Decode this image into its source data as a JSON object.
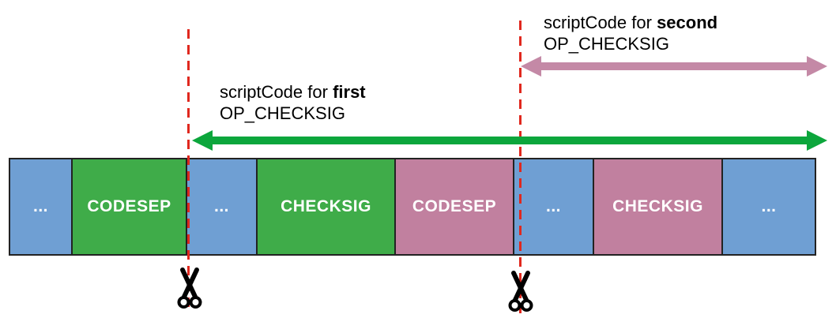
{
  "palette": {
    "block-blue": "#6F9FD3",
    "block-green": "#3FAC49",
    "block-mauve": "#C1809F",
    "arrow-green": "#0CA63C",
    "arrow-pink": "#C489A6",
    "cut-red": "#E0281E",
    "block-border": "#222222",
    "block-text": "#FFFFFF",
    "text": "#000000",
    "scissors": "#000000"
  },
  "annotations": {
    "first": {
      "prefix": "scriptCode for ",
      "emphasis": "first",
      "line2": "OP_CHECKSIG"
    },
    "second": {
      "prefix": "scriptCode for ",
      "emphasis": "second",
      "line2": "OP_CHECKSIG"
    }
  },
  "script_blocks": [
    {
      "label": "...",
      "color": "block-blue"
    },
    {
      "label": "CODESEP",
      "color": "block-green"
    },
    {
      "label": "...",
      "color": "block-blue"
    },
    {
      "label": "CHECKSIG",
      "color": "block-green"
    },
    {
      "label": "CODESEP",
      "color": "block-mauve"
    },
    {
      "label": "...",
      "color": "block-blue"
    },
    {
      "label": "CHECKSIG",
      "color": "block-mauve"
    },
    {
      "label": "...",
      "color": "block-blue"
    }
  ]
}
